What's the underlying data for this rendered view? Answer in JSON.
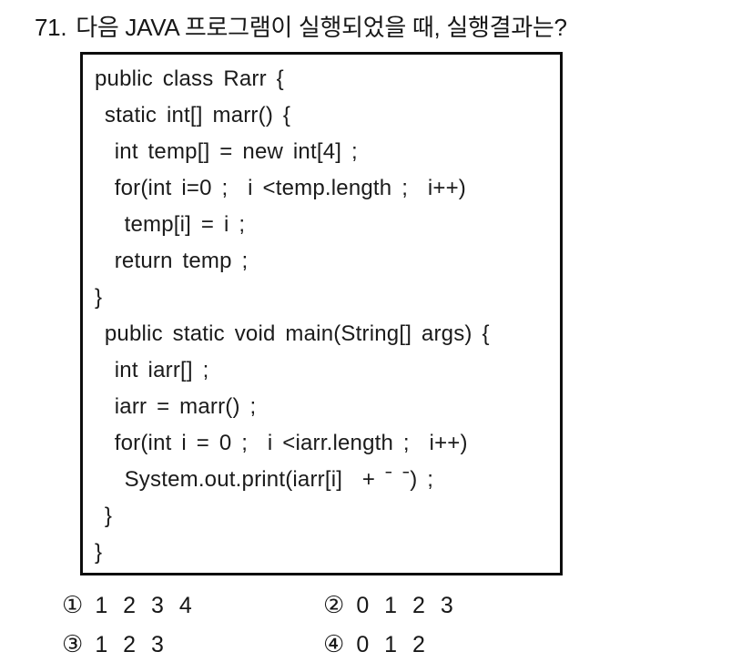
{
  "question": {
    "number": "71.",
    "text": "다음 JAVA 프로그램이 실행되었을 때, 실행결과는?"
  },
  "code": {
    "language": "java",
    "lines": [
      "public class Rarr {",
      " static int[] marr() {",
      "  int temp[] = new int[4] ;",
      "  for(int i=0 ;  i <temp.length ;  i++)",
      "   temp[i] = i ;",
      "  return temp ;",
      "}",
      " public static void main(String[] args) {",
      "  int iarr[] ;",
      "  iarr = marr() ;",
      "  for(int i = 0 ;  i <iarr.length ;  i++)",
      "   System.out.print(iarr[i]  + ˉ ˉ) ;",
      " }",
      "}"
    ]
  },
  "choices": [
    {
      "marker": "①",
      "text": "1 2 3 4"
    },
    {
      "marker": "②",
      "text": "0 1 2 3"
    },
    {
      "marker": "③",
      "text": "1 2 3"
    },
    {
      "marker": "④",
      "text": "0 1 2"
    }
  ],
  "colors": {
    "background": "#ffffff",
    "text": "#171717",
    "box_border": "#0d0d0d"
  }
}
